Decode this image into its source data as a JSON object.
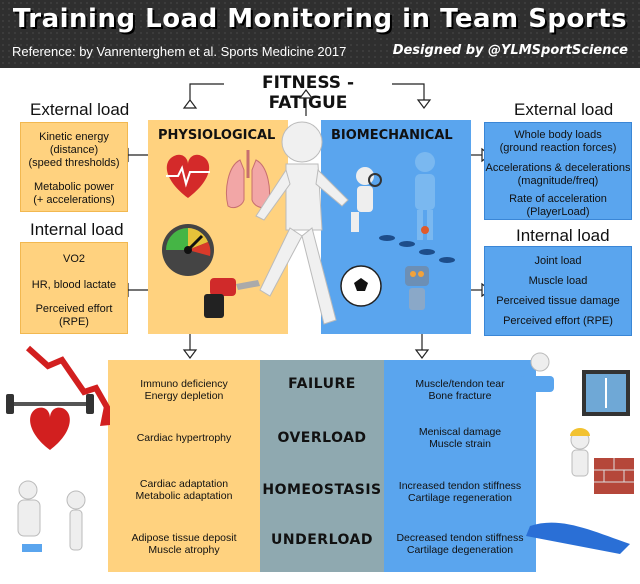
{
  "header": {
    "title": "Training Load Monitoring in Team Sports",
    "reference": "Reference: by Vanrenterghem et al. Sports Medicine 2017",
    "designed_by": "Designed by @YLMSportScience"
  },
  "fitness_fatigue": "FITNESS - FATIGUE",
  "left": {
    "external_heading": "External load",
    "external_items": [
      "Kinetic energy",
      "(distance)",
      "(speed thresholds)",
      "Metabolic power",
      "(+ accelerations)"
    ],
    "internal_heading": "Internal load",
    "internal_items": [
      "VO2",
      "HR, blood lactate",
      "Perceived effort",
      "(RPE)"
    ]
  },
  "right": {
    "external_heading": "External load",
    "external_items": [
      "Whole body loads",
      "(ground reaction forces)",
      "Accelerations & decelerations",
      "(magnitude/freq)",
      "Rate of acceleration",
      "(PlayerLoad)"
    ],
    "internal_heading": "Internal load",
    "internal_items": [
      "Joint load",
      "Muscle load",
      "Perceived tissue damage",
      "Perceived effort (RPE)"
    ]
  },
  "physiological_label": "PHYSIOLOGICAL",
  "biomechanical_label": "BIOMECHANICAL",
  "states": [
    "FAILURE",
    "OVERLOAD",
    "HOMEOSTASIS",
    "UNDERLOAD"
  ],
  "physio_outcomes": [
    [
      "Immuno deficiency",
      "Energy depletion"
    ],
    [
      "Cardiac hypertrophy"
    ],
    [
      "Cardiac adaptation",
      "Metabolic adaptation"
    ],
    [
      "Adipose tissue deposit",
      "Muscle atrophy"
    ]
  ],
  "bio_outcomes": [
    [
      "Muscle/tendon tear",
      "Bone fracture"
    ],
    [
      "Meniscal damage",
      "Muscle strain"
    ],
    [
      "Increased tendon stiffness",
      "Cartilage regeneration"
    ],
    [
      "Decreased tendon stiffness",
      "Cartilage degeneration"
    ]
  ],
  "colors": {
    "orange": "#ffd27f",
    "blue": "#5aa5ee",
    "slate": "#8fa9b0",
    "header": "#2f2f2f"
  }
}
